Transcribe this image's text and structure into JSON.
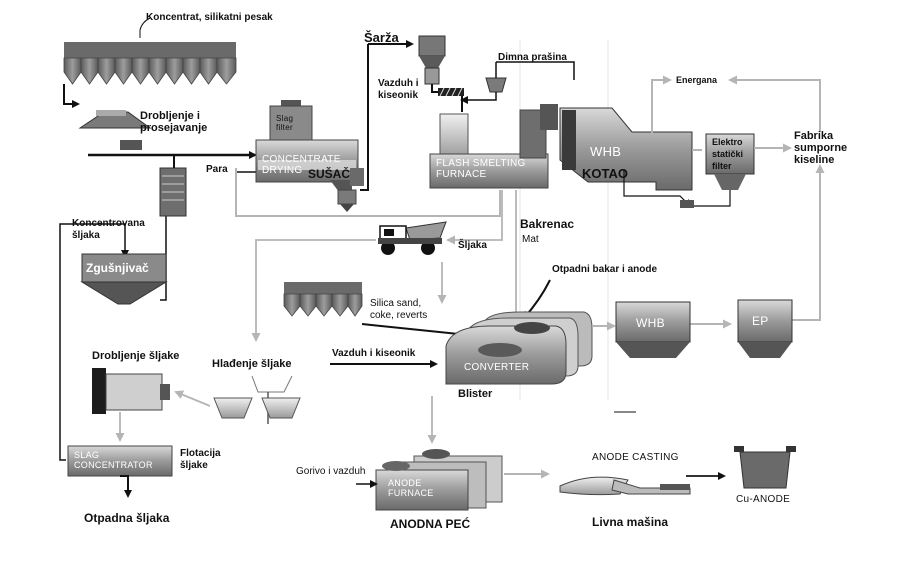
{
  "labels": {
    "koncentrat": "Koncentrat, silikatni pesak",
    "drobljenje": "Drobljenje i\nprosejavanje",
    "sarza": "Šarža",
    "vazduh_kiseonik_top": "Vazduh i\nkiseonik",
    "dimna_prasina": "Dimna prašina",
    "energana": "Energana",
    "fabrika": "Fabrika\nsumporne\nkiseline",
    "para": "Para",
    "susac": "SUŠAČ",
    "kotao": "KOTAO",
    "elektro_filter": "Elektro\nstatički\nfilter",
    "bakrenac": "Bakrenac",
    "mat": "Mat",
    "sljaka": "Šljaka",
    "koncentrovana_sljaka": "Koncentrovana\nšljaka",
    "zgusnjivac": "Zgušnjivač",
    "otpadni_bakar": "Otpadni bakar i anode",
    "silica": "Silica sand,\ncoke, reverts",
    "vazduh_kiseonik_mid": "Vazduh i kiseonik",
    "drobljenje_sljake": "Drobljenje šljake",
    "hladjenje_sljake": "Hlađenje šljake",
    "blister": "Blister",
    "flotacija": "Flotacija\nšljake",
    "otpadna_sljaka": "Otpadna šljaka",
    "gorivo": "Gorivo i vazduh",
    "anodna_pec": "ANODNA PEĆ",
    "livna_masina": "Livna mašina"
  },
  "units": {
    "slag_filter": "Slag\nfilter",
    "concentrate_drying": "CONCENTRATE\nDRYING",
    "flash_smelting": "FLASH SMELTING\nFURNACE",
    "whb_top": "WHB",
    "converter": "CONVERTER",
    "whb_mid": "WHB",
    "ep": "EP",
    "slag_concentrator": "SLAG\nCONCENTRATOR",
    "anode_furnace": "ANODE\nFURNACE",
    "anode_casting": "ANODE CASTING",
    "cu_anode": "Cu-ANODE"
  },
  "colors": {
    "dark_flow": "#111111",
    "light_flow": "#bbbbbb",
    "equipment_dark": "#555555",
    "equipment_light": "#9a9a9a"
  }
}
